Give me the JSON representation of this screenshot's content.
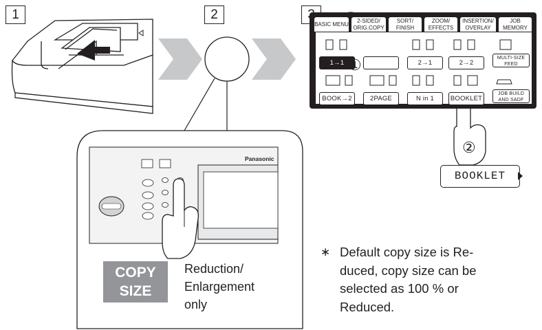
{
  "steps": [
    "1",
    "2",
    "3"
  ],
  "tabs": [
    {
      "line1": "BASIC MENU",
      "line2": ""
    },
    {
      "line1": "2-SIDED/",
      "line2": "ORIG.COPY"
    },
    {
      "line1": "SORT/",
      "line2": "FINISH"
    },
    {
      "line1": "ZOOM/",
      "line2": "EFFECTS"
    },
    {
      "line1": "INSERTION/",
      "line2": "OVERLAY"
    },
    {
      "line1": "JOB",
      "line2": "MEMORY"
    }
  ],
  "panel_row1": [
    "1→1",
    "",
    "2→1",
    "2→2",
    "MULTI-SIZE FEED"
  ],
  "panel_row2": [
    "BOOK→2",
    "2PAGE",
    "N in 1",
    "BOOKLET",
    "JOB BUILD AND SADF"
  ],
  "hand_markers": [
    "①",
    "②"
  ],
  "booklet_label": "BOOKLET",
  "brand": "Panasonic",
  "copy_size": {
    "line1": "COPY",
    "line2": "SIZE"
  },
  "reduction_text": [
    "Reduction/",
    "Enlargement",
    "only"
  ],
  "note": {
    "symbol": "∗",
    "lines": [
      "Default copy size is Re-",
      "duced, copy size can be",
      "selected as 100 % or",
      "Reduced."
    ]
  }
}
